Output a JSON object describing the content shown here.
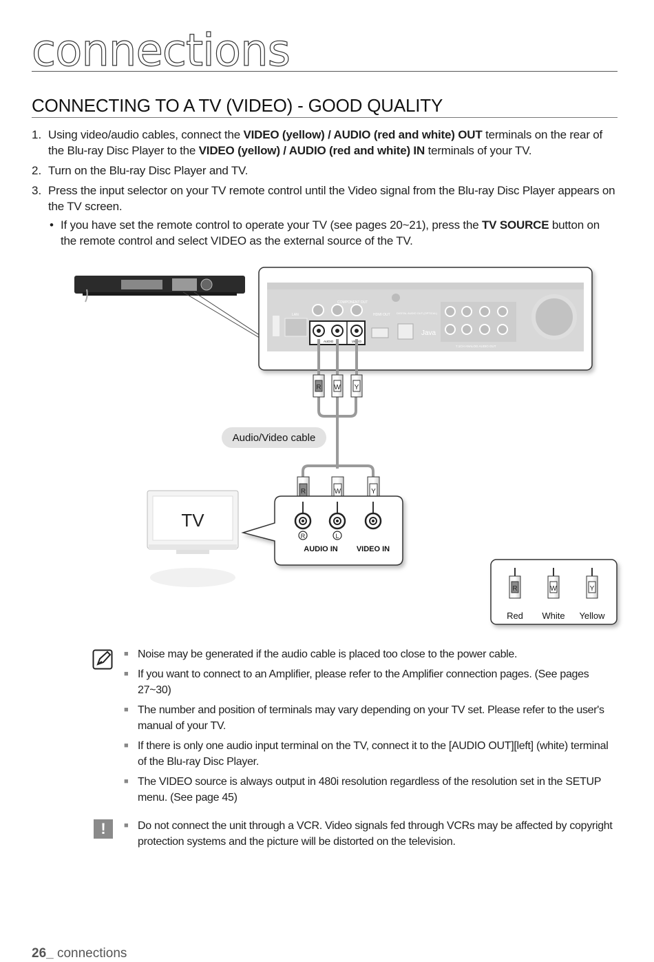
{
  "header": {
    "section_title": "connections",
    "page_heading": "CONNECTING TO A TV (VIDEO) - GOOD QUALITY"
  },
  "steps": [
    {
      "number": "1.",
      "parts": [
        {
          "text": "Using video/audio cables, connect the ",
          "bold": false
        },
        {
          "text": "VIDEO (yellow) / AUDIO (red and white) OUT",
          "bold": true
        },
        {
          "text": " terminals on the rear of the Blu-ray Disc Player to the ",
          "bold": false
        },
        {
          "text": "VIDEO (yellow) / AUDIO (red and white) IN",
          "bold": true
        },
        {
          "text": " terminals of your TV.",
          "bold": false
        }
      ]
    },
    {
      "number": "2.",
      "parts": [
        {
          "text": "Turn on the Blu-ray Disc Player and TV.",
          "bold": false
        }
      ]
    },
    {
      "number": "3.",
      "parts": [
        {
          "text": "Press the input selector on your TV remote control until the Video signal from the Blu-ray Disc Player appears on the TV screen.",
          "bold": false
        }
      ]
    }
  ],
  "bullet": {
    "marker": "•",
    "parts": [
      {
        "text": "If you have set the remote control to operate your TV (see pages 20~21), press the ",
        "bold": false
      },
      {
        "text": "TV SOURCE",
        "bold": true
      },
      {
        "text": " button on the remote control and select VIDEO as the external source of the TV.",
        "bold": false
      }
    ]
  },
  "diagram": {
    "cable_label": "Audio/Video cable",
    "tv_label": "TV",
    "plug_letters": {
      "red": "R",
      "white": "W",
      "yellow": "Y"
    },
    "jack_marks": {
      "right": "R",
      "left": "L"
    },
    "audio_in": "AUDIO IN",
    "video_in": "VIDEO IN",
    "player_labels": {
      "component_out": "COMPONENT OUT",
      "lan": "LAN",
      "hdmi_out": "HDMI OUT",
      "digital_audio_out": "DIGITAL AUDIO OUT (OPTICAL)",
      "audio": "AUDIO",
      "video": "VIDEO",
      "java": "Java",
      "surround_out": "7.1CH ANALOG AUDIO OUT"
    },
    "legend": [
      {
        "letter": "R",
        "name": "Red"
      },
      {
        "letter": "W",
        "name": "White"
      },
      {
        "letter": "Y",
        "name": "Yellow"
      }
    ]
  },
  "notes": [
    "Noise may be generated if the audio cable is placed too close to the power cable.",
    "If you want to connect to an Amplifier, please refer to the Amplifier connection pages. (See pages 27~30)",
    "The number and position of terminals may vary depending on your TV set. Please refer to the user's manual of your TV.",
    "If there is only one audio input terminal on the TV, connect it to the [AUDIO OUT][left] (white) terminal of the Blu-ray Disc Player.",
    "The VIDEO source is always output in 480i resolution regardless of the resolution set in the SETUP menu. (See page 45)"
  ],
  "caution": {
    "icon_glyph": "!",
    "text": "Do not connect the unit through a VCR. Video signals fed through VCRs may be affected by copyright protection systems and the picture will be distorted on the television."
  },
  "footer": {
    "page_number": "26_",
    "section": "connections"
  },
  "colors": {
    "text": "#1e1e1e",
    "gray_panel": "#d8d8d8",
    "cable": "#9a9a9a",
    "label_pill": "#e2e2e2"
  }
}
